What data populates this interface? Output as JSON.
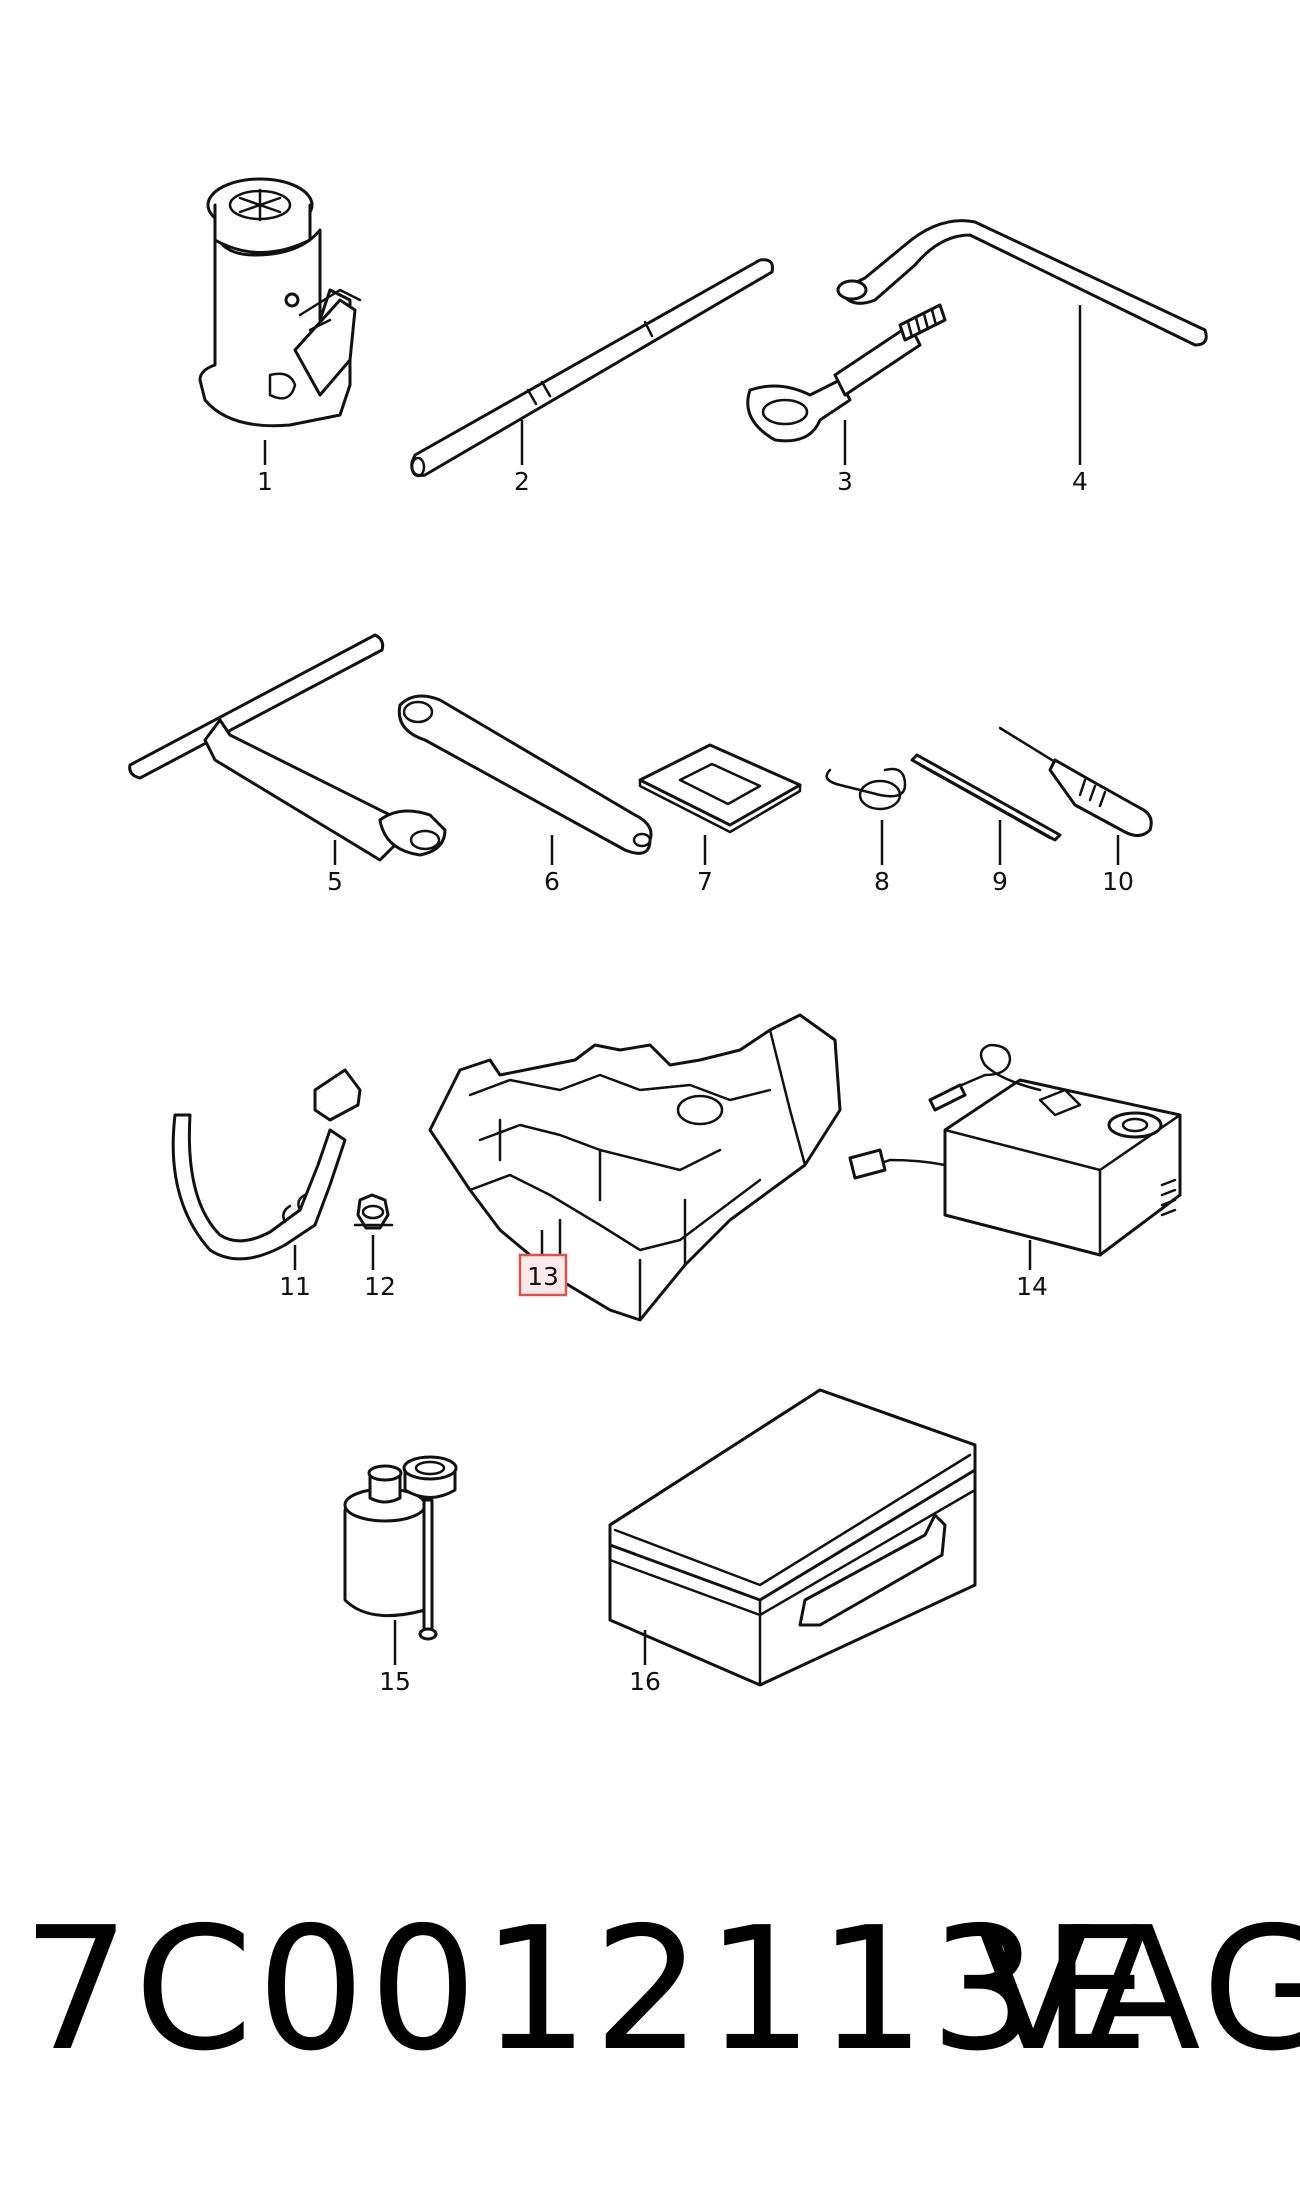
{
  "parts": [
    {
      "id": "1",
      "label": "1",
      "name": "jack-icon"
    },
    {
      "id": "2",
      "label": "2",
      "name": "jack-crank-rod-icon"
    },
    {
      "id": "3",
      "label": "3",
      "name": "towing-eye-icon"
    },
    {
      "id": "4",
      "label": "4",
      "name": "wheel-brace-icon"
    },
    {
      "id": "5",
      "label": "5",
      "name": "t-handle-wrench-icon"
    },
    {
      "id": "6",
      "label": "6",
      "name": "socket-wrench-icon"
    },
    {
      "id": "7",
      "label": "7",
      "name": "pad-icon"
    },
    {
      "id": "8",
      "label": "8",
      "name": "hook-icon"
    },
    {
      "id": "9",
      "label": "9",
      "name": "rod-icon"
    },
    {
      "id": "10",
      "label": "10",
      "name": "screwdriver-icon"
    },
    {
      "id": "11",
      "label": "11",
      "name": "strap-icon"
    },
    {
      "id": "12",
      "label": "12",
      "name": "clip-nut-icon"
    },
    {
      "id": "13",
      "label": "13",
      "name": "foam-insert-icon",
      "highlighted": true
    },
    {
      "id": "14",
      "label": "14",
      "name": "compressor-icon"
    },
    {
      "id": "15",
      "label": "15",
      "name": "sealant-bottle-icon"
    },
    {
      "id": "16",
      "label": "16",
      "name": "tool-case-icon"
    }
  ],
  "footer": {
    "part_number": "7C0012113E",
    "brand": "VAG"
  },
  "colors": {
    "line": "#111111",
    "highlight_border": "#d9534f",
    "highlight_fill": "#fbe9e9"
  }
}
